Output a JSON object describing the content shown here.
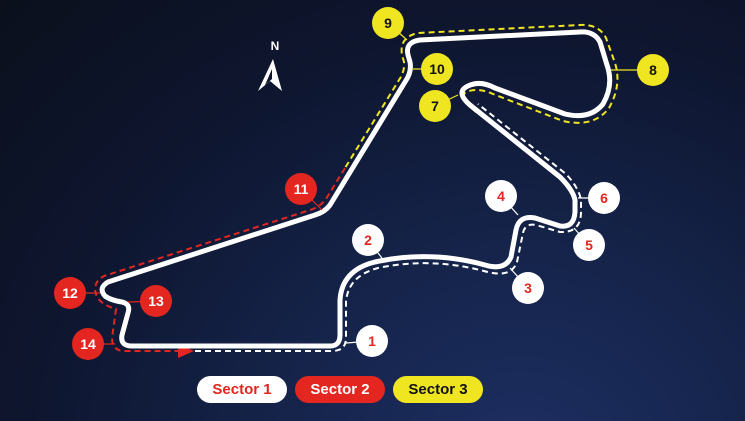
{
  "compass": {
    "label": "N"
  },
  "colors": {
    "sector1": "#ffffff",
    "sector2": "#e3261f",
    "sector3": "#f0e521",
    "track": "#ffffff"
  },
  "turns": [
    {
      "label": "1",
      "sector": 1
    },
    {
      "label": "2",
      "sector": 1
    },
    {
      "label": "3",
      "sector": 1
    },
    {
      "label": "4",
      "sector": 1
    },
    {
      "label": "5",
      "sector": 1
    },
    {
      "label": "6",
      "sector": 1
    },
    {
      "label": "7",
      "sector": 3
    },
    {
      "label": "8",
      "sector": 3
    },
    {
      "label": "9",
      "sector": 3
    },
    {
      "label": "10",
      "sector": 3
    },
    {
      "label": "11",
      "sector": 2
    },
    {
      "label": "12",
      "sector": 2
    },
    {
      "label": "13",
      "sector": 2
    },
    {
      "label": "14",
      "sector": 2
    }
  ],
  "legend": [
    {
      "label": "Sector 1"
    },
    {
      "label": "Sector 2"
    },
    {
      "label": "Sector 3"
    }
  ]
}
